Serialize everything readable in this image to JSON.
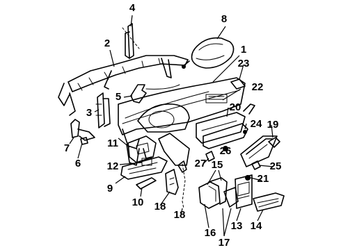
{
  "diagram": {
    "callouts": [
      {
        "id": "1",
        "text": "1"
      },
      {
        "id": "2",
        "text": "2"
      },
      {
        "id": "3",
        "text": "3"
      },
      {
        "id": "4",
        "text": "4"
      },
      {
        "id": "5",
        "text": "5"
      },
      {
        "id": "6",
        "text": "6"
      },
      {
        "id": "7",
        "text": "7"
      },
      {
        "id": "8",
        "text": "8"
      },
      {
        "id": "9",
        "text": "9"
      },
      {
        "id": "10",
        "text": "10"
      },
      {
        "id": "11",
        "text": "11"
      },
      {
        "id": "12",
        "text": "12"
      },
      {
        "id": "13",
        "text": "13"
      },
      {
        "id": "14",
        "text": "14"
      },
      {
        "id": "15",
        "text": "15"
      },
      {
        "id": "16",
        "text": "16"
      },
      {
        "id": "17",
        "text": "17"
      },
      {
        "id": "18a",
        "text": "18"
      },
      {
        "id": "18b",
        "text": "18"
      },
      {
        "id": "19",
        "text": "19"
      },
      {
        "id": "20",
        "text": "20"
      },
      {
        "id": "21",
        "text": "21"
      },
      {
        "id": "22",
        "text": "22"
      },
      {
        "id": "23",
        "text": "23"
      },
      {
        "id": "24",
        "text": "24"
      },
      {
        "id": "25",
        "text": "25"
      },
      {
        "id": "26",
        "text": "26"
      },
      {
        "id": "27",
        "text": "27"
      }
    ]
  }
}
